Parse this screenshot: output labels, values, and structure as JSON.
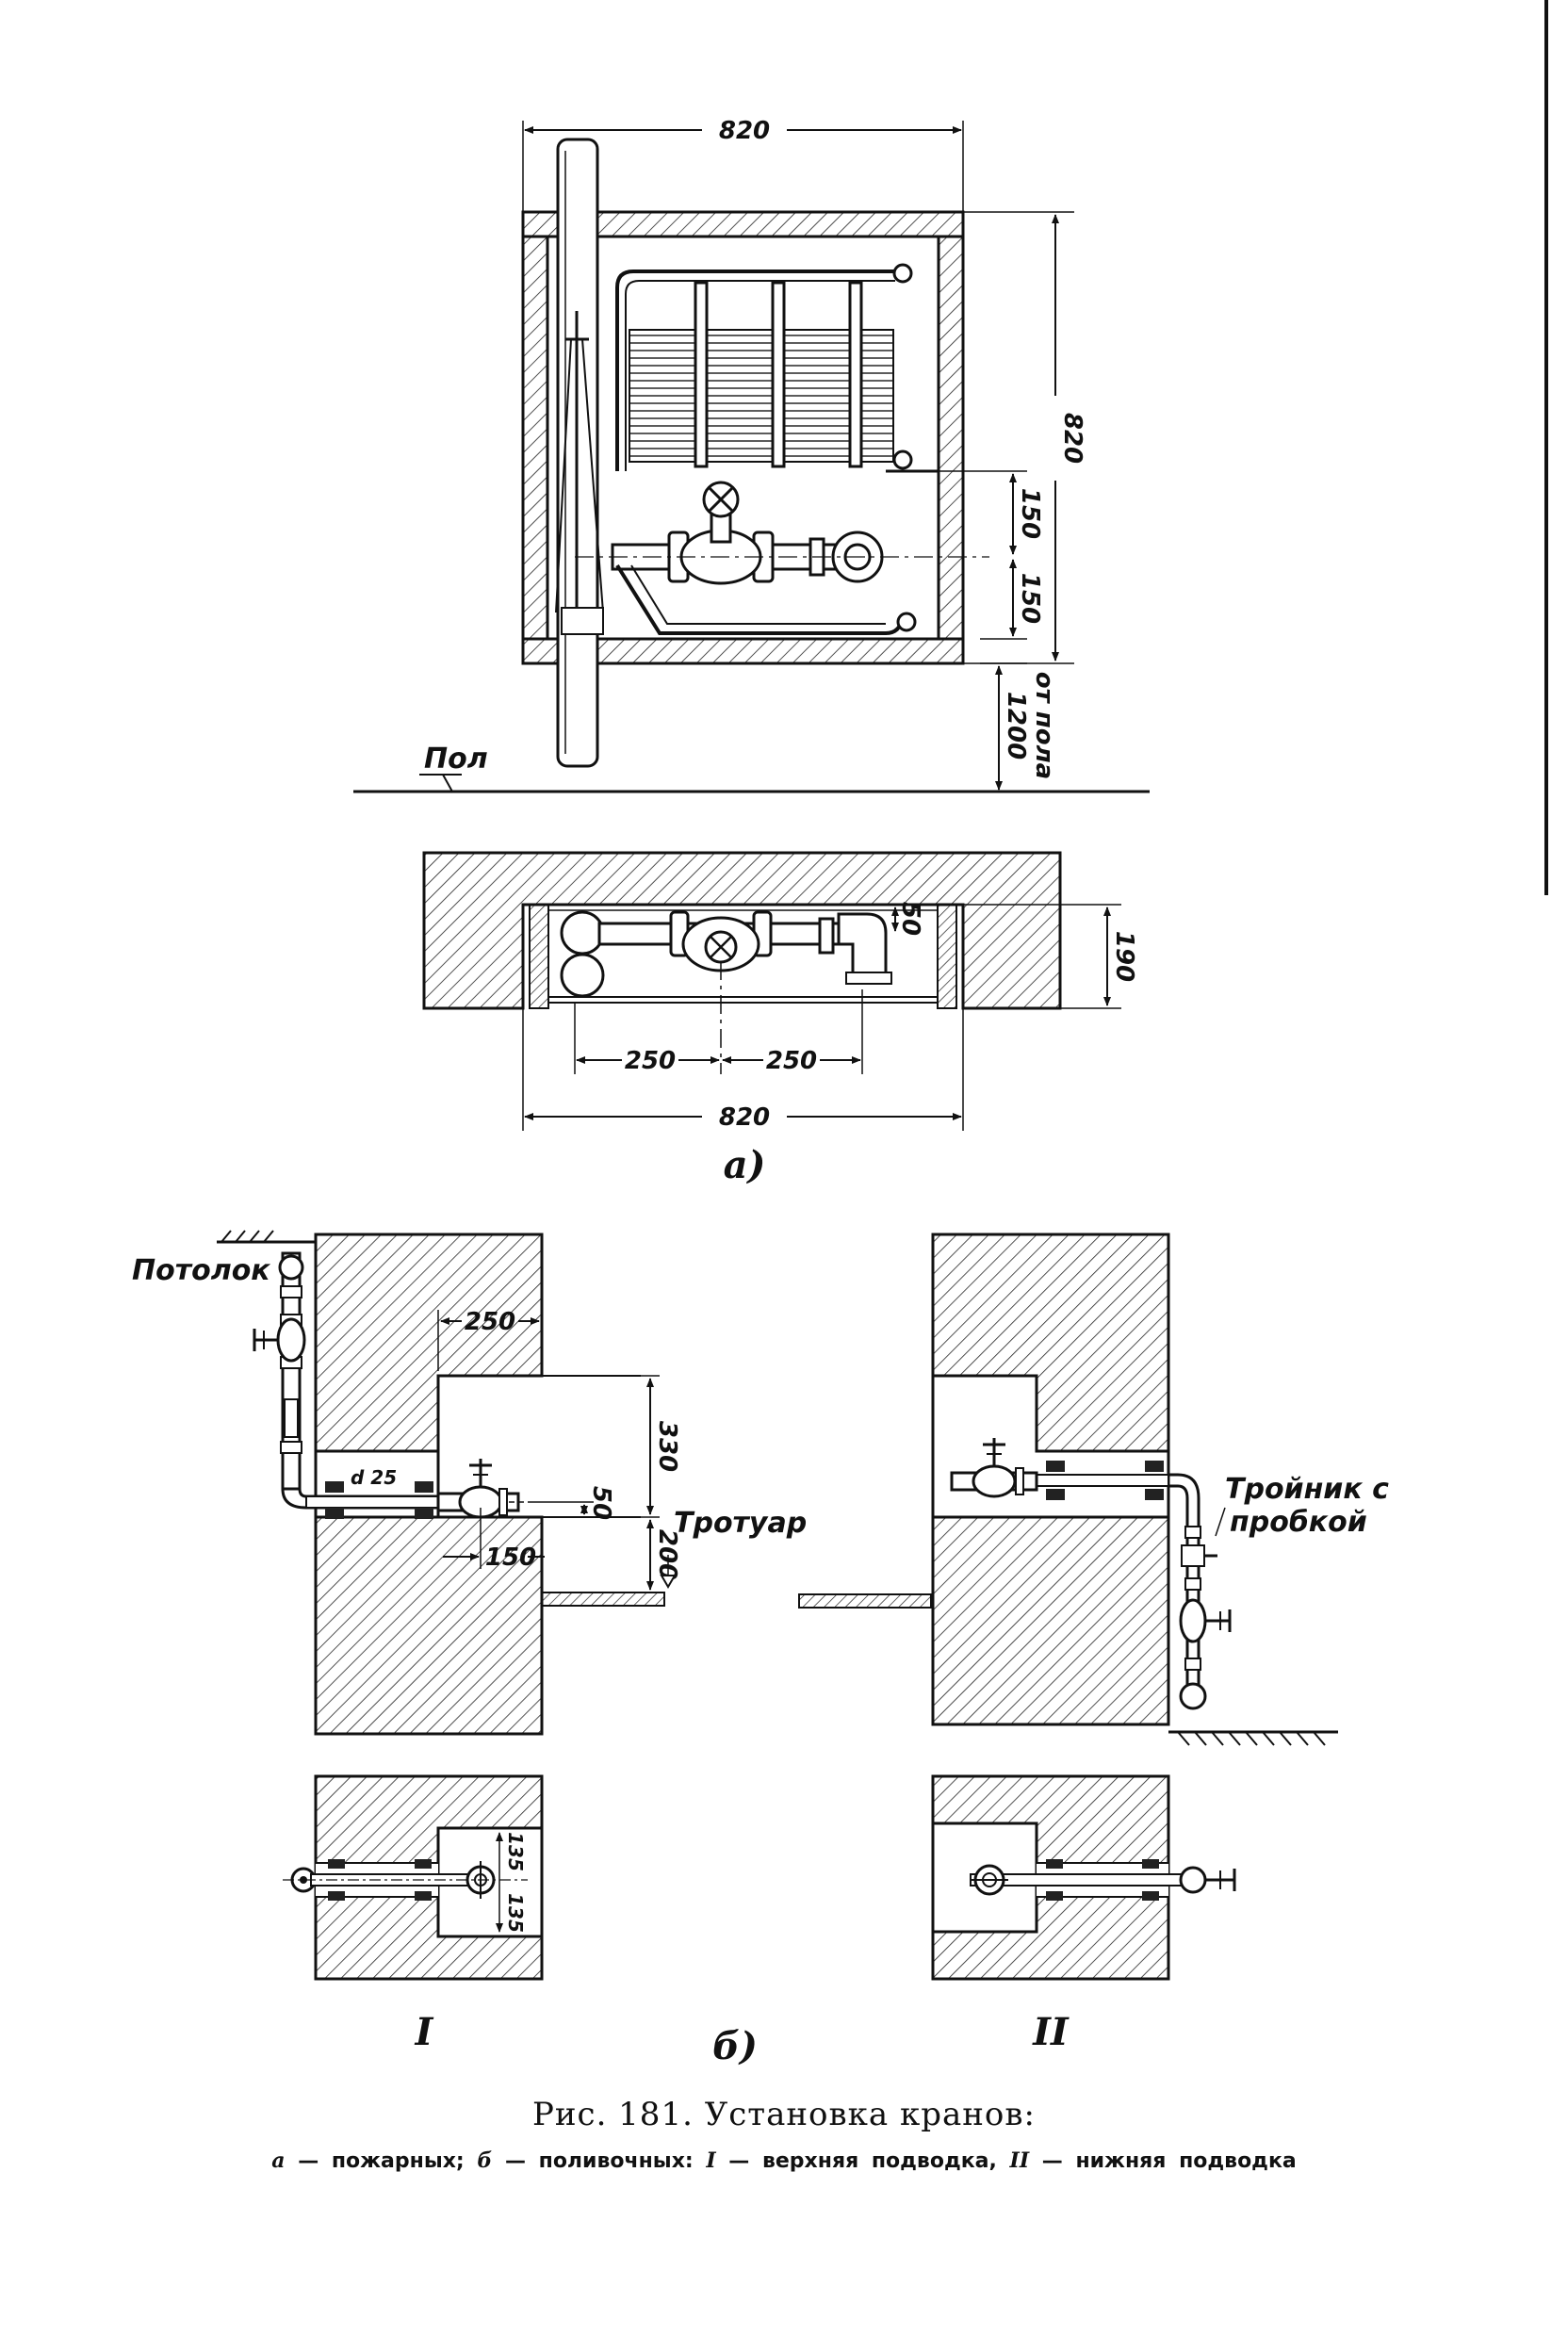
{
  "figure_a": {
    "dims": {
      "top_width": "820",
      "height_right": "820",
      "d150_upper": "150",
      "d150_lower": "150",
      "d1200": "1200",
      "from_floor": "от пола",
      "plan_depth": "190",
      "plan_50": "50",
      "plan_250_left": "250",
      "plan_250_right": "250",
      "plan_width": "820"
    },
    "floor_label": "Пол",
    "sublabel": "а)"
  },
  "figure_b": {
    "ceiling_label": "Потолок",
    "dims": {
      "d250": "250",
      "d25": "d 25",
      "d330": "330",
      "d50": "50",
      "d200": "200",
      "d150": "150",
      "d135a": "135",
      "d135b": "135"
    },
    "sidewalk_label": "Тротуар",
    "tee_label_1": "Тройник с",
    "tee_label_2": "пробкой",
    "roman_1": "I",
    "roman_2": "II",
    "sublabel": "б)"
  },
  "caption": {
    "title": "Рис. 181. Установка кранов:",
    "legend_a_letter": "а",
    "legend_a_text": " — пожарных;  ",
    "legend_b_letter": "б",
    "legend_b_text": " — поливочных:  ",
    "legend_1_letter": "I",
    "legend_1_text": " — верхняя   подводка,  ",
    "legend_2_letter": "II",
    "legend_2_text": " — нижняя   подводка"
  }
}
